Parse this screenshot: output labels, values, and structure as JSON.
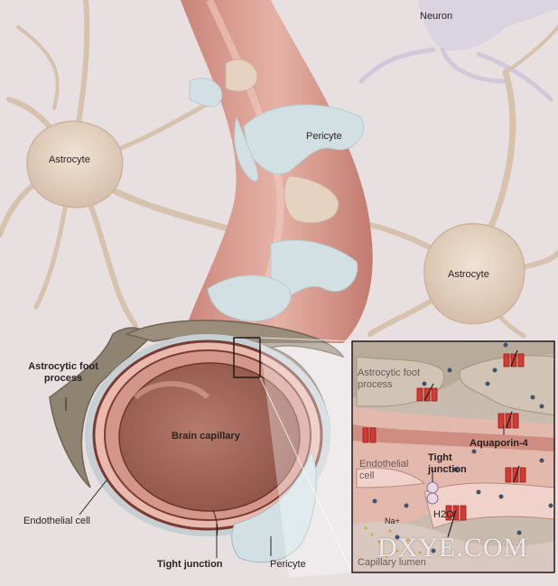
{
  "labels": {
    "neuron": "Neuron",
    "astrocyte_left": "Astrocyte",
    "astrocyte_right": "Astrocyte",
    "pericyte_top": "Pericyte",
    "pericyte_bottom": "Pericyte",
    "astrocytic_foot_process": "Astrocytic foot process",
    "endothelial_cell": "Endothelial cell",
    "brain_capillary": "Brain capillary",
    "tight_junction": "Tight junction"
  },
  "inset": {
    "astrocytic_foot_process": "Astrocytic foot process",
    "endothelial_cell": "Endothelial cell",
    "tight_junction": "Tight junction",
    "aquaporin": "Aquaporin-4",
    "water": "H2O",
    "sodium": "Na+",
    "capillary_lumen": "Capillary lumen"
  },
  "watermark": "DXYE.COM",
  "colors": {
    "background": "#e7dfe0",
    "astrocyte": "#e3cfbd",
    "capillary_wall": "#d89a8f",
    "pericyte": "#cfdde0",
    "capillary_lumen": "#a86a5e",
    "aquaporin": "#d63a30"
  }
}
